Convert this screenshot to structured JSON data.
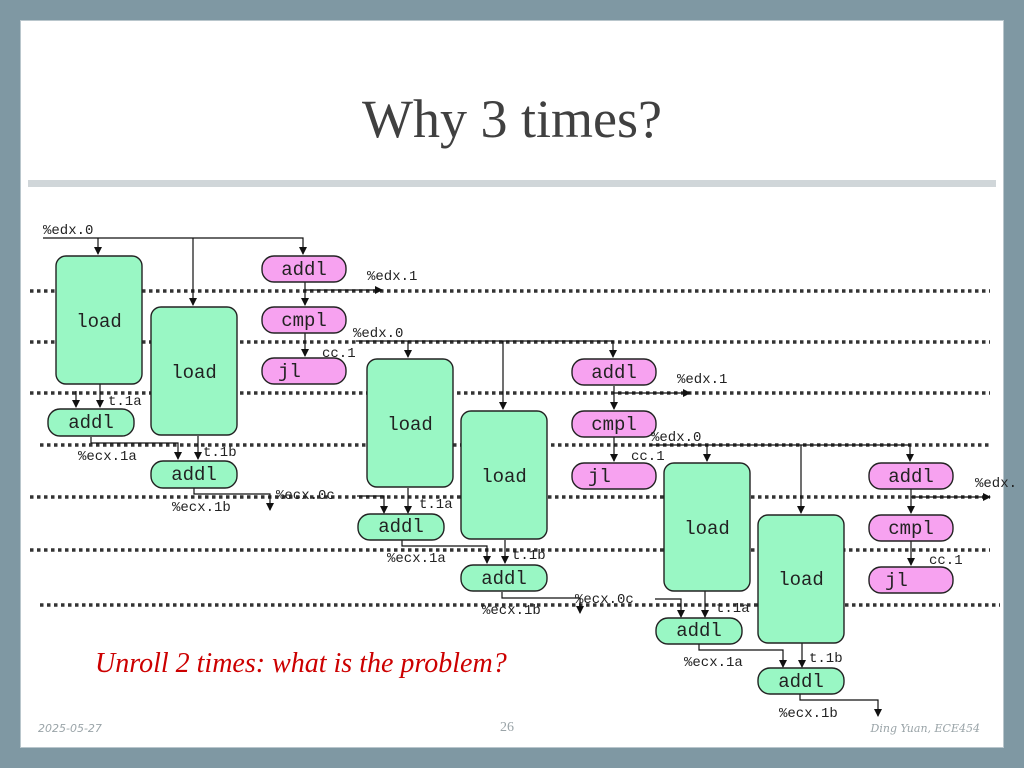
{
  "slide": {
    "title": "Why 3 times?",
    "problem_text": "Unroll 2 times: what is the problem?",
    "footer": {
      "date": "2025-05-27",
      "page": "26",
      "author": "Ding Yuan, ECE454"
    }
  },
  "diagram": {
    "ops": {
      "load": "load",
      "addl": "addl",
      "cmpl": "cmpl",
      "jl": "jl"
    },
    "labels": {
      "edx0": "%edx.0",
      "edx1": "%edx.1",
      "edx_cut": "%edx.",
      "cc1": "cc.1",
      "t1a": "t.1a",
      "t1b": "t.1b",
      "ecx0c": "%ecx.0c",
      "ecx1a": "%ecx.1a",
      "ecx1b": "%ecx.1b"
    }
  }
}
